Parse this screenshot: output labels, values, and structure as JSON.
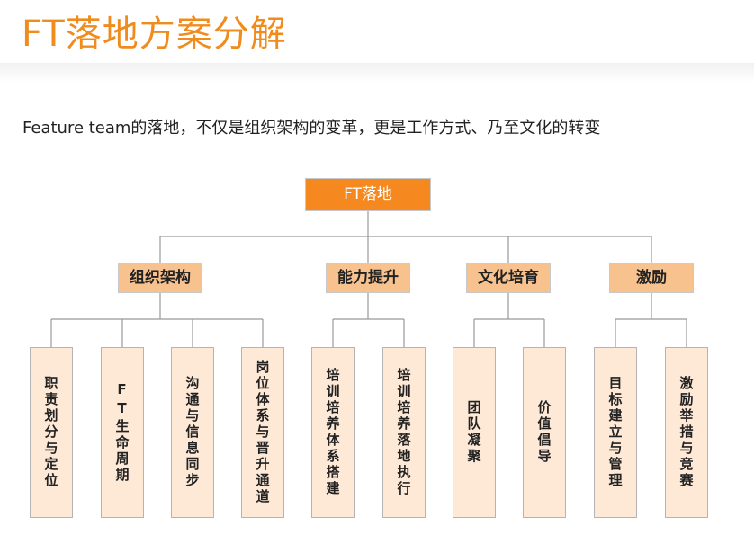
{
  "title": "FT落地方案分解",
  "subtitle": "Feature team的落地，不仅是组织架构的变革，更是工作方式、乃至文化的转变",
  "diagram": {
    "root": "FT落地",
    "categories": [
      {
        "label": "组织架构",
        "children": [
          "职责划分与定位",
          "FT生命周期",
          "沟通与信息同步",
          "岗位体系与晋升通道"
        ]
      },
      {
        "label": "能力提升",
        "children": [
          "培训培养体系搭建",
          "培训培养落地执行"
        ]
      },
      {
        "label": "文化培育",
        "children": [
          "团队凝聚",
          "价值倡导"
        ]
      },
      {
        "label": "激励",
        "children": [
          "目标建立与管理",
          "激励举措与竞赛"
        ]
      }
    ],
    "colors": {
      "title": "#f08c1e",
      "root_fill": "#f5891f",
      "category_fill": "#f8c28f",
      "leaf_fill": "#fde9d6",
      "line": "#999999"
    }
  }
}
